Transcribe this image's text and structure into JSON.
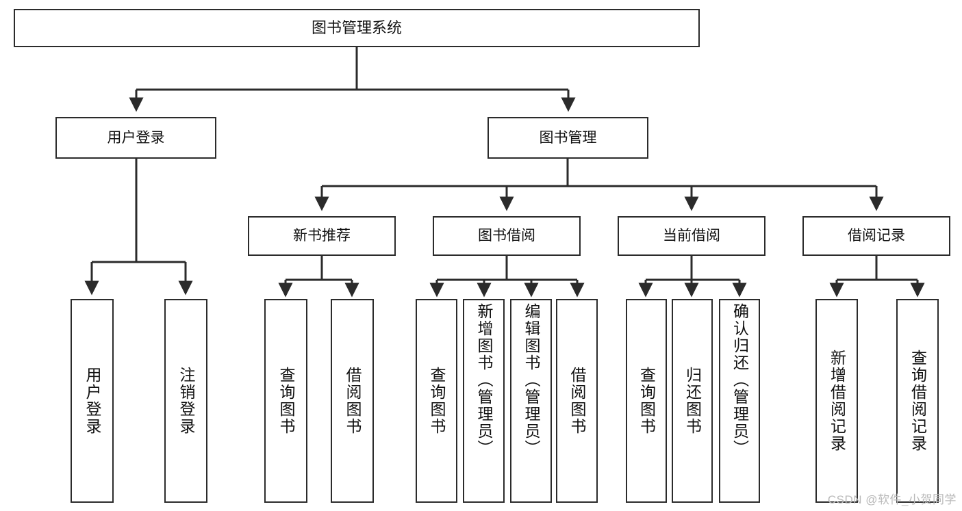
{
  "diagram": {
    "title": "图书管理系统",
    "type": "tree-hierarchy",
    "root": {
      "label": "图书管理系统"
    },
    "level2": [
      {
        "label": "用户登录"
      },
      {
        "label": "图书管理"
      }
    ],
    "level3": [
      {
        "label": "新书推荐"
      },
      {
        "label": "图书借阅"
      },
      {
        "label": "当前借阅"
      },
      {
        "label": "借阅记录"
      }
    ],
    "leaves": {
      "user_login": [
        {
          "label": "用户登录"
        },
        {
          "label": "注销登录"
        }
      ],
      "new_book_recommend": [
        {
          "label": "查询图书"
        },
        {
          "label": "借阅图书"
        }
      ],
      "book_borrow": [
        {
          "label": "查询图书"
        },
        {
          "label": "新增图书（管理员）"
        },
        {
          "label": "编辑图书（管理员）"
        },
        {
          "label": "借阅图书"
        }
      ],
      "current_borrow": [
        {
          "label": "查询图书"
        },
        {
          "label": "归还图书"
        },
        {
          "label": "确认归还（管理员）"
        }
      ],
      "borrow_record": [
        {
          "label": "新增借阅记录"
        },
        {
          "label": "查询借阅记录"
        }
      ]
    }
  },
  "watermark": {
    "text": "CSDN @软件_小贺同学"
  },
  "colors": {
    "stroke": "#2b2b2b",
    "background": "#ffffff",
    "text": "#111111",
    "watermark": "#b9b9b9"
  }
}
